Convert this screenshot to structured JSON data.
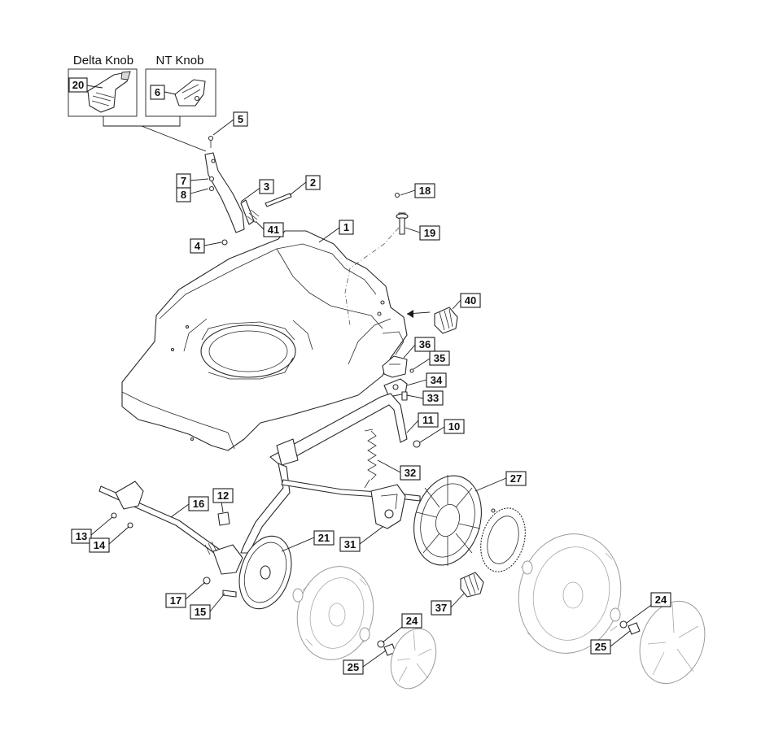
{
  "inset": {
    "left_title": "Delta Knob",
    "right_title": "NT Knob"
  },
  "callouts": [
    "20",
    "6",
    "5",
    "7",
    "8",
    "3",
    "2",
    "41",
    "4",
    "1",
    "18",
    "19",
    "40",
    "36",
    "35",
    "34",
    "33",
    "11",
    "10",
    "32",
    "27",
    "16",
    "12",
    "13",
    "14",
    "21",
    "31",
    "17",
    "15",
    "24",
    "25",
    "37",
    "24",
    "25"
  ]
}
